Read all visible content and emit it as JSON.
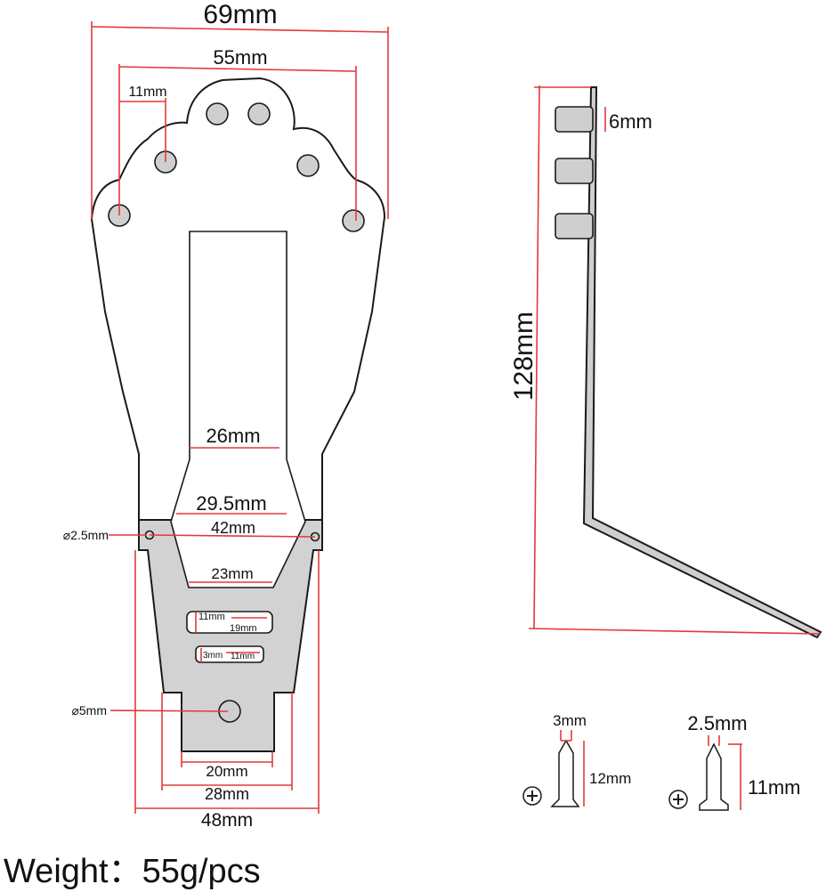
{
  "front_view": {
    "overall_width": "69mm",
    "outer_hole_spacing": "55mm",
    "hole_offset": "11mm",
    "slot_top_width": "26mm",
    "slot_bottom_width": "29.5mm",
    "small_hole_diameter": "⌀2.5mm",
    "small_hole_spacing": "42mm",
    "notch_width": "23mm",
    "slot1_left": "11mm",
    "slot1_right": "19mm",
    "slot2_left": "3mm",
    "slot2_right": "11mm",
    "large_hole_diameter": "⌀5mm",
    "tail_width": "20mm",
    "lower_width": "28mm",
    "bottom_width": "48mm"
  },
  "side_view": {
    "pin_size": "6mm",
    "height": "128mm"
  },
  "screws": [
    {
      "diameter": "3mm",
      "length": "12mm"
    },
    {
      "diameter": "2.5mm",
      "length": "11mm"
    }
  ],
  "weight": "Weight：55g/pcs"
}
